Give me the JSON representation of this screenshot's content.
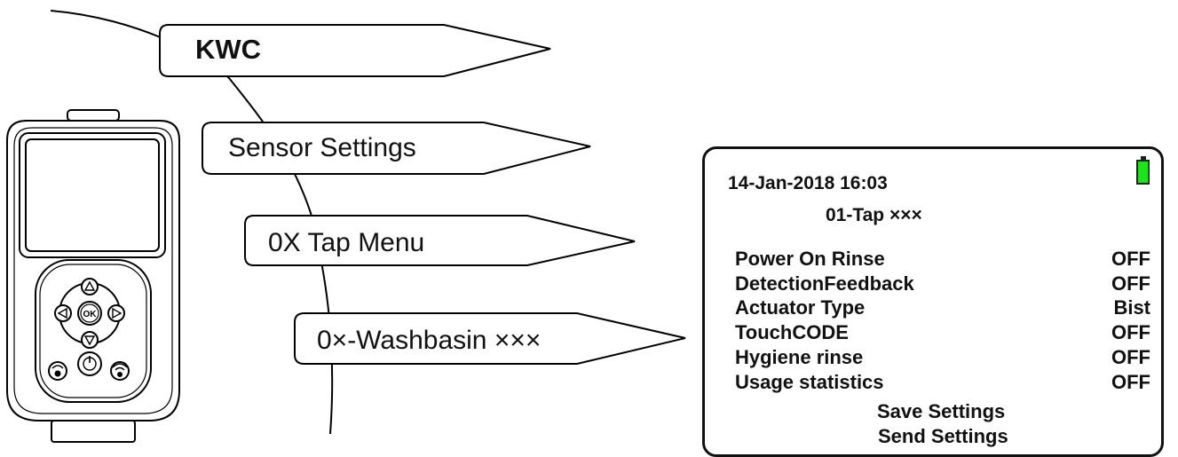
{
  "menu_path": {
    "level1": "KWC",
    "level2": "Sensor Settings",
    "level3": "0X Tap Menu",
    "level4": "0×-Washbasin ×××"
  },
  "device_screen": {
    "datetime": "14-Jan-2018 16:03",
    "title": "01-Tap ×××",
    "battery_color": "#19e619",
    "settings": [
      {
        "name": "Power On Rinse",
        "value": "OFF"
      },
      {
        "name": "DetectionFeedback",
        "value": "OFF"
      },
      {
        "name": "Actuator Type",
        "value": "Bist"
      },
      {
        "name": "TouchCODE",
        "value": "OFF"
      },
      {
        "name": "Hygiene rinse",
        "value": "OFF"
      },
      {
        "name": "Usage statistics",
        "value": "OFF"
      }
    ],
    "actions": {
      "save": "Save Settings",
      "send": "Send Settings"
    }
  },
  "remote_device": {
    "ok_button_label": "OK",
    "icons": [
      "up-arrow-icon",
      "down-arrow-icon",
      "left-arrow-icon",
      "right-arrow-icon",
      "power-icon",
      "sensor-icon",
      "wireless-icon"
    ]
  }
}
